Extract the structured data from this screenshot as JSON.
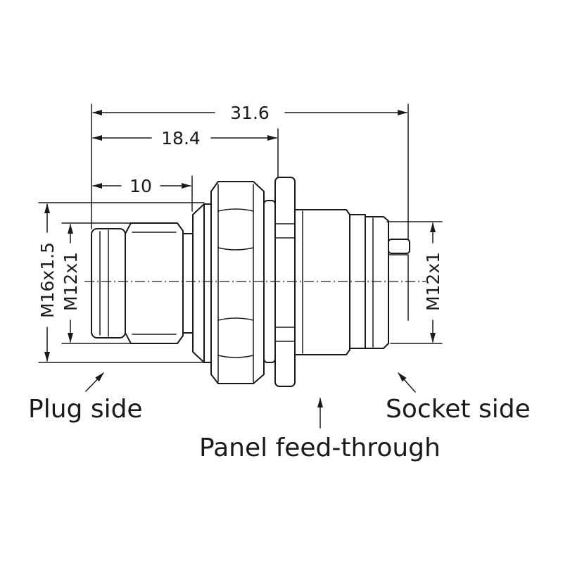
{
  "dimensions": {
    "overall_length": "31.6",
    "panel_offset": "18.4",
    "plug_length": "10",
    "plug_thread_outer": "M16x1.5",
    "plug_thread_inner": "M12x1",
    "socket_thread": "M12x1"
  },
  "labels": {
    "plug_side": "Plug side",
    "panel_feed_through": "Panel feed-through",
    "socket_side": "Socket side"
  },
  "colors": {
    "line": "#1a1a1a",
    "background": "#ffffff"
  }
}
